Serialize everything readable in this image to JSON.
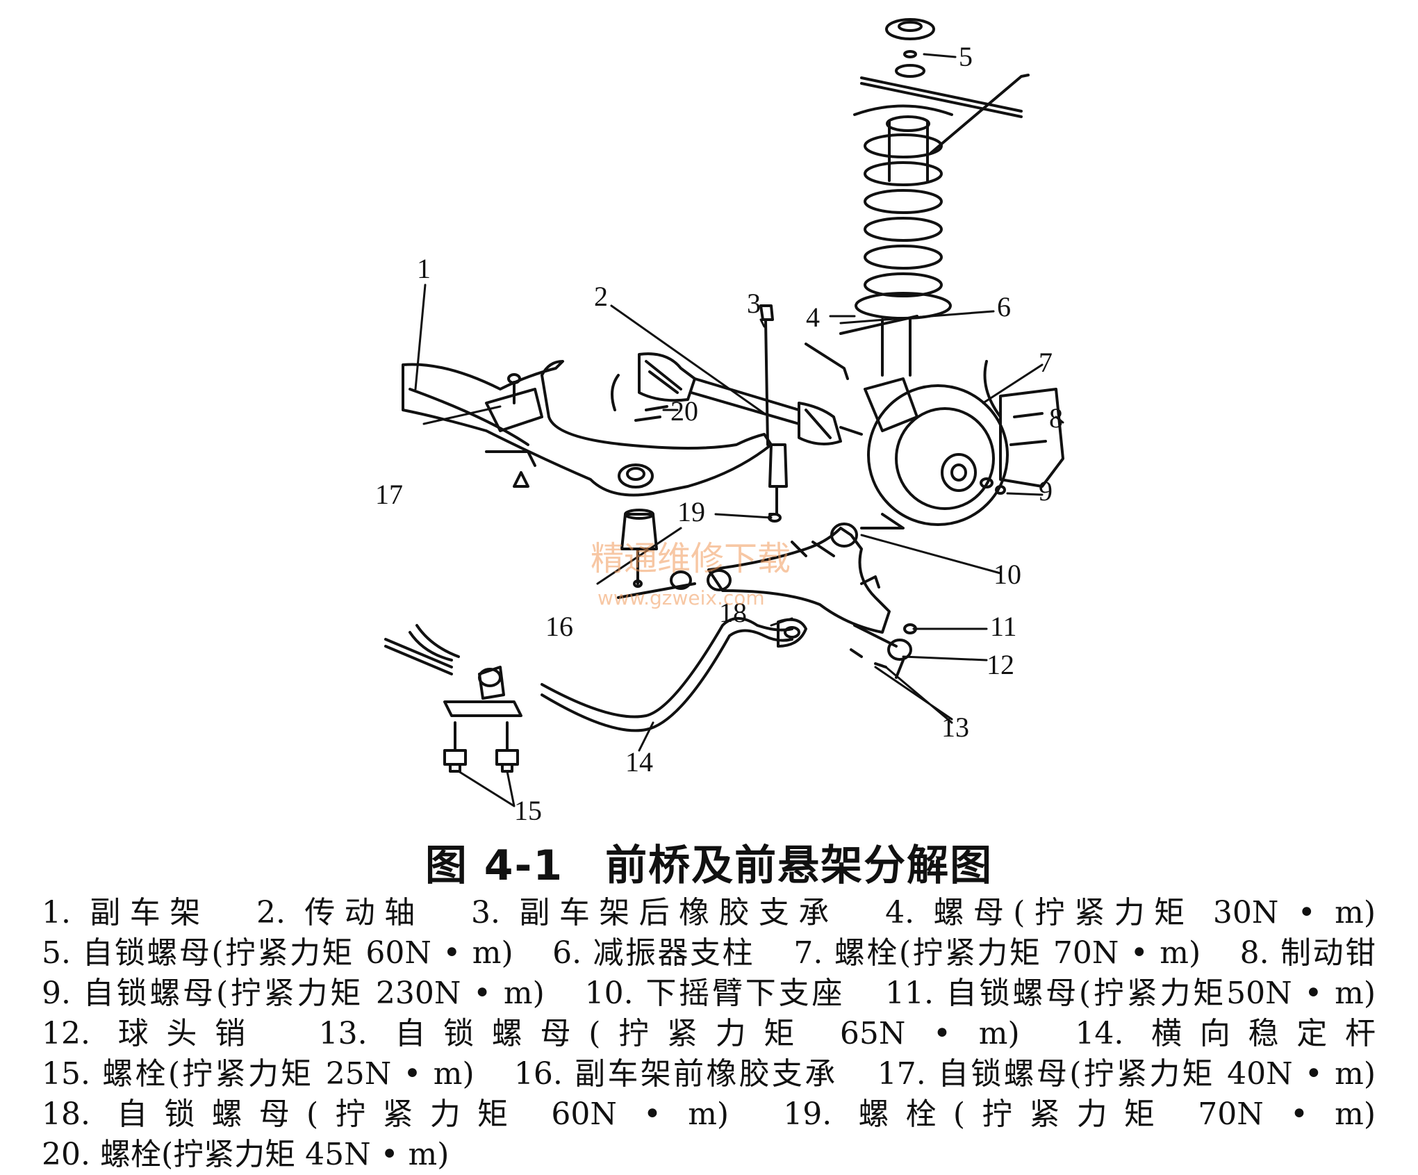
{
  "figure": {
    "number": "图 4-1",
    "title": "前桥及前悬架分解图"
  },
  "watermark": {
    "name": "精通维修下载",
    "url": "www.gzweix.com"
  },
  "callouts": [
    "1",
    "2",
    "3",
    "4",
    "5",
    "6",
    "7",
    "8",
    "9",
    "10",
    "11",
    "12",
    "13",
    "14",
    "15",
    "16",
    "17",
    "18",
    "19",
    "20"
  ],
  "legend": [
    "1. 副车架",
    "2. 传动轴",
    "3. 副车架后橡胶支承",
    "4. 螺母(拧紧力矩 30N • m)",
    "5. 自锁螺母(拧紧力矩 60N • m)",
    "6. 减振器支柱",
    "7. 螺栓(拧紧力矩 70N • m)",
    "8. 制动钳",
    "9. 自锁螺母(拧紧力矩 230N • m)",
    "10. 下摇臂下支座",
    "11. 自锁螺母(拧紧力矩50N • m)",
    "12. 球头销",
    "13. 自锁螺母(拧紧力矩 65N • m)",
    "14. 横向稳定杆",
    "15. 螺栓(拧紧力矩 25N • m)",
    "16. 副车架前橡胶支承",
    "17. 自锁螺母(拧紧力矩 40N • m)",
    "18. 自锁螺母(拧紧力矩 60N • m)",
    "19. 螺栓(拧紧力矩 70N • m)",
    "20. 螺栓(拧紧力矩 45N • m)"
  ]
}
